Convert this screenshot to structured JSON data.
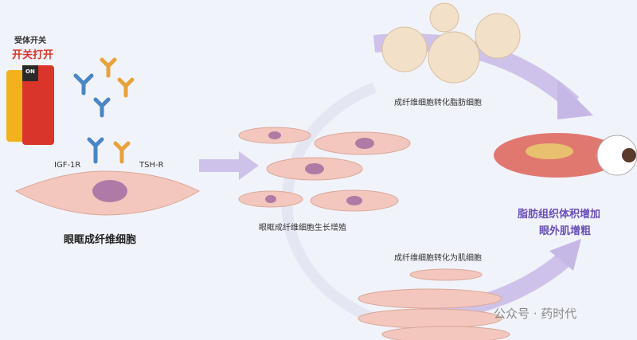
{
  "switch": {
    "caption": "受体开关",
    "state": "开关打开",
    "tag": "ON"
  },
  "receptors": {
    "igf": "IGF-1R",
    "tsh": "TSH-R"
  },
  "labels": {
    "fibroblast": "眼眶成纤维细胞",
    "proliferation": "眼眶成纤维细胞生长增殖",
    "to_fat": "成纤维细胞转化脂肪细胞",
    "to_muscle": "成纤维细胞转化为肌细胞",
    "result_line1": "脂肪组织体积增加",
    "result_line2": "眼外肌增粗"
  },
  "watermark": "公众号 · 药时代",
  "colors": {
    "accent": "#6a4fb8",
    "arrow": "#c6b8e6",
    "cell": "#f3c7bd",
    "nucleus": "#b07aa6",
    "red": "#d9352a"
  }
}
